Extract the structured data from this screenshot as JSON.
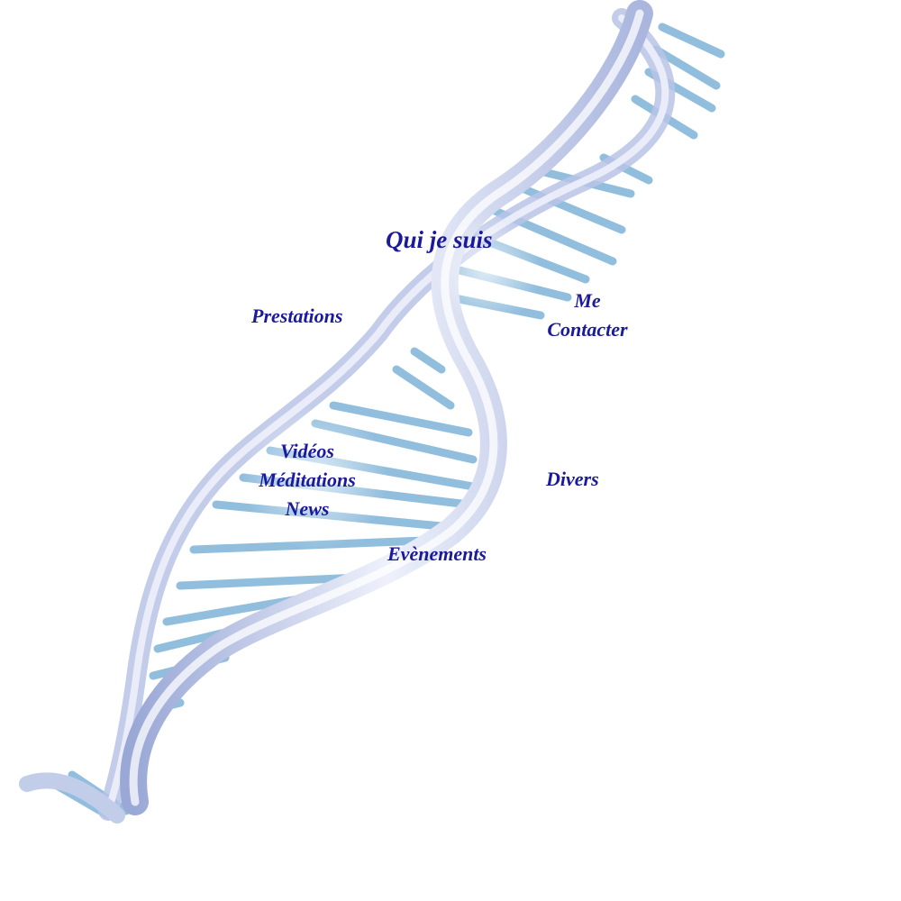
{
  "background_color": "#ffffff",
  "link_color": "#1a1a9a",
  "helix": {
    "backbone_color": "#c8d2ee",
    "rung_color": "#7fb3d8",
    "image_name": "dna-double-helix"
  },
  "nav": {
    "qui_je_suis": "Qui je suis",
    "prestations": "Prestations",
    "me": "Me",
    "contacter": "Contacter",
    "videos": "Vidéos",
    "meditations": "Méditations",
    "news": "News",
    "divers": "Divers",
    "evenements": "Evènements"
  }
}
